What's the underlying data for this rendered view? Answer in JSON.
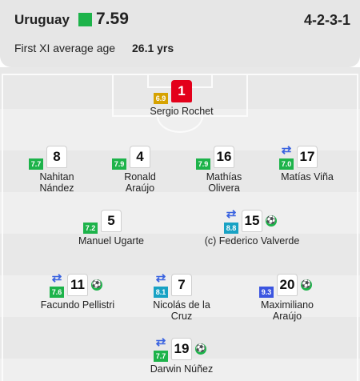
{
  "team": {
    "name": "Uruguay",
    "rating": "7.59",
    "rating_color": "#1db34a",
    "formation": "4-2-3-1",
    "avg_age_label": "First XI average age",
    "avg_age_value": "26.1 yrs"
  },
  "rating_colors": {
    "green": "#1db34a",
    "yellow": "#d6a200",
    "teal": "#18a2c4",
    "blue": "#3b55e0"
  },
  "players": {
    "rochet": {
      "number": "1",
      "rating": "6.9",
      "name_line1": "Sergio Rochet",
      "name_line2": ""
    },
    "nandez": {
      "number": "8",
      "rating": "7.7",
      "name_line1": "Nahitan",
      "name_line2": "Nández"
    },
    "araujo_r": {
      "number": "4",
      "rating": "7.9",
      "name_line1": "Ronald",
      "name_line2": "Araújo"
    },
    "olivera": {
      "number": "16",
      "rating": "7.9",
      "name_line1": "Mathías",
      "name_line2": "Olivera"
    },
    "vina": {
      "number": "17",
      "rating": "7.0",
      "name_line1": "Matías Viña",
      "name_line2": ""
    },
    "ugarte": {
      "number": "5",
      "rating": "7.2",
      "name_line1": "Manuel Ugarte",
      "name_line2": ""
    },
    "valverde": {
      "number": "15",
      "rating": "8.8",
      "name_line1": "(c) Federico Valverde",
      "name_line2": ""
    },
    "pellistri": {
      "number": "11",
      "rating": "7.6",
      "name_line1": "Facundo Pellistri",
      "name_line2": ""
    },
    "delacruz": {
      "number": "7",
      "rating": "8.1",
      "name_line1": "Nicolás de la",
      "name_line2": "Cruz"
    },
    "araujo_m": {
      "number": "20",
      "rating": "9.3",
      "name_line1": "Maximiliano",
      "name_line2": "Araújo"
    },
    "nunez": {
      "number": "19",
      "rating": "7.7",
      "name_line1": "Darwin Núñez",
      "name_line2": ""
    }
  },
  "icons": {
    "substitution": "swap-arrows-icon",
    "goal": "football-icon"
  }
}
